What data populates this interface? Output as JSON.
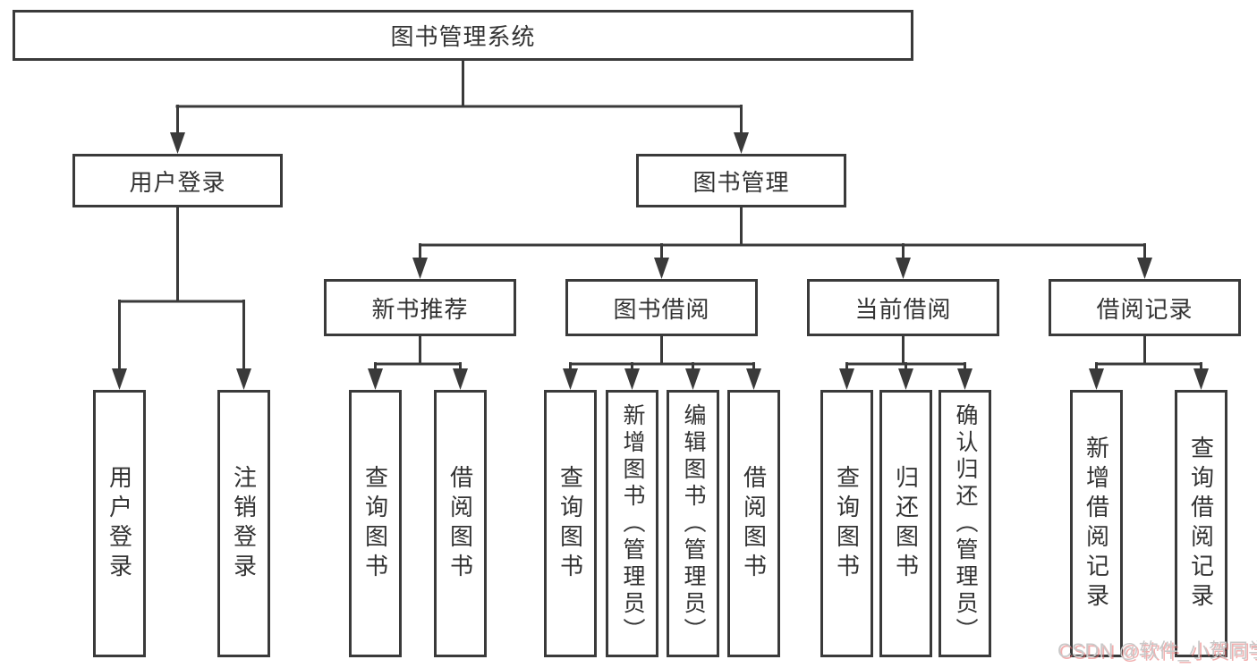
{
  "diagram": {
    "title": "图书管理系统",
    "root": {
      "label": "图书管理系统"
    },
    "branches": [
      {
        "label": "用户登录",
        "children": [
          {
            "label": "用户登录"
          },
          {
            "label": "注销登录"
          }
        ]
      },
      {
        "label": "图书管理",
        "children": [
          {
            "label": "新书推荐",
            "children": [
              {
                "label": "查询图书"
              },
              {
                "label": "借阅图书"
              }
            ]
          },
          {
            "label": "图书借阅",
            "children": [
              {
                "label": "查询图书"
              },
              {
                "label": "新增图书（管理员）"
              },
              {
                "label": "编辑图书（管理员）"
              },
              {
                "label": "借阅图书"
              }
            ]
          },
          {
            "label": "当前借阅",
            "children": [
              {
                "label": "查询图书"
              },
              {
                "label": "归还图书"
              },
              {
                "label": "确认归还（管理员）"
              }
            ]
          },
          {
            "label": "借阅记录",
            "children": [
              {
                "label": "新增借阅记录"
              },
              {
                "label": "查询借阅记录"
              }
            ]
          }
        ]
      }
    ]
  },
  "watermark": {
    "text": "CSDN @软件_小贺同学"
  },
  "colors": {
    "line": "#3a3a3a",
    "box_border": "#3a3a3a",
    "text": "#333333",
    "background": "#ffffff",
    "watermark_gray": "#c9c9c9",
    "watermark_red_shadow": "#e66e6e"
  }
}
